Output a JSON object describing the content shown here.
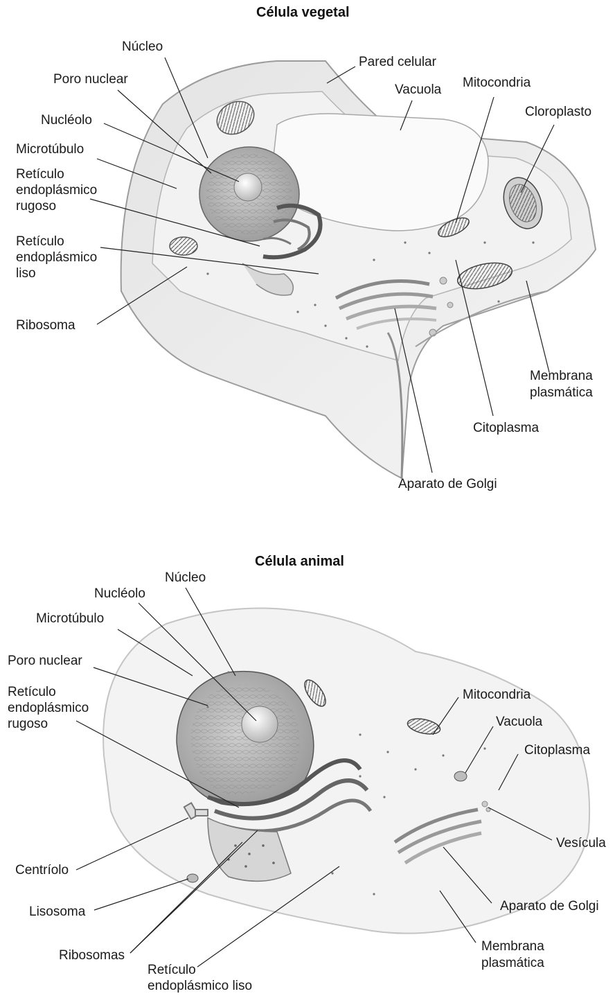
{
  "plant": {
    "title": "Célula vegetal",
    "labels": {
      "nucleo": "Núcleo",
      "pared": "Pared celular",
      "poro": "Poro nuclear",
      "vacuola": "Vacuola",
      "mitocondria": "Mitocondria",
      "nucleolo": "Nucléolo",
      "cloroplasto": "Cloroplasto",
      "microtubulo": "Microtúbulo",
      "rer": [
        "Retículo",
        "endoplásmico",
        "rugoso"
      ],
      "rel": [
        "Retículo",
        "endoplásmico",
        "liso"
      ],
      "ribosoma": "Ribosoma",
      "membrana": [
        "Membrana",
        "plasmática"
      ],
      "citoplasma": "Citoplasma",
      "golgi": "Aparato de Golgi"
    }
  },
  "animal": {
    "title": "Célula animal",
    "labels": {
      "nucleo": "Núcleo",
      "nucleolo": "Nucléolo",
      "microtubulo": "Microtúbulo",
      "poro": "Poro nuclear",
      "rer": [
        "Retículo",
        "endoplásmico",
        "rugoso"
      ],
      "mitocondria": "Mitocondria",
      "vacuola": "Vacuola",
      "citoplasma": "Citoplasma",
      "vesicula": "Vesícula",
      "centriolo": "Centríolo",
      "lisosoma": "Lisosoma",
      "golgi": "Aparato de Golgi",
      "membrana": [
        "Membrana",
        "plasmática"
      ],
      "ribosomas": "Ribosomas",
      "rel": [
        "Retículo",
        "endoplásmico liso"
      ]
    }
  }
}
